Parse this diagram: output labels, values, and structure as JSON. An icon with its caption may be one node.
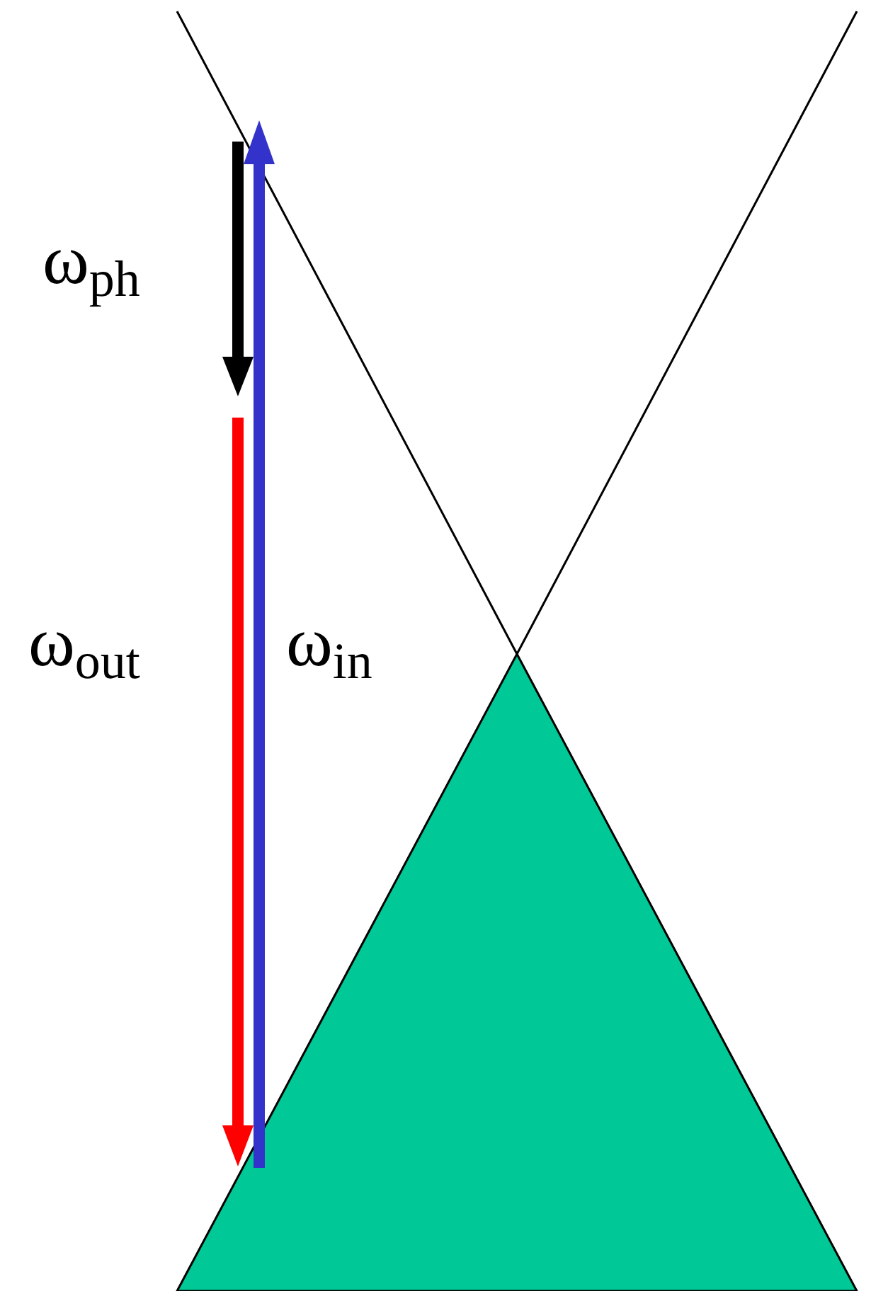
{
  "diagram": {
    "labels": [
      "ω$_{ph}$",
      "ω$_{out}$",
      "ω$_{in}$"
    ]
  }
}
